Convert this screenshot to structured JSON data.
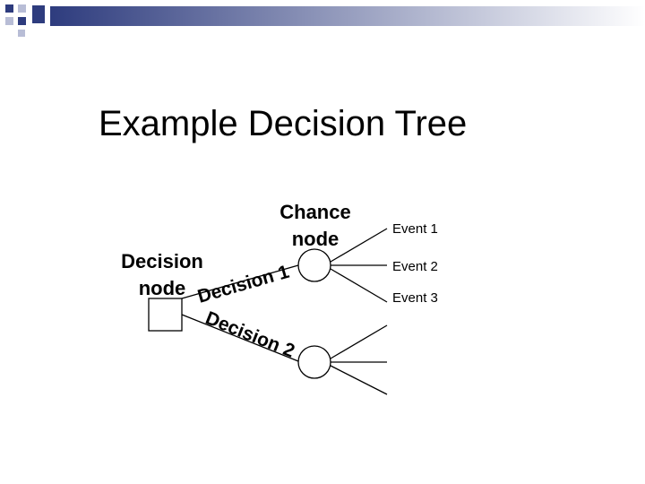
{
  "slide": {
    "title": "Example Decision Tree"
  },
  "diagram": {
    "chance_node_label": [
      "Chance",
      "node"
    ],
    "decision_node_label": [
      "Decision",
      "node"
    ],
    "branch_1_label": "Decision 1",
    "branch_2_label": "Decision 2",
    "events": [
      "Event 1",
      "Event 2",
      "Event 3"
    ]
  },
  "colors": {
    "band_dark": "#2e3c7e",
    "band_light": "#ffffff",
    "bullet_dark": "#2e3c7e",
    "bullet_light": "#b8bdd6",
    "line": "#000000"
  }
}
